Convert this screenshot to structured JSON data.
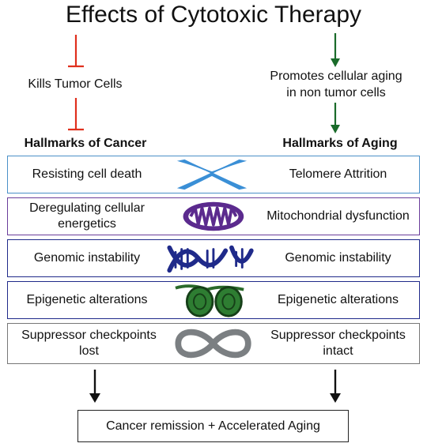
{
  "title": "Effects of Cytotoxic Therapy",
  "left_branch": {
    "effect": "Kills Tumor Cells",
    "hallmark_heading": "Hallmarks of Cancer",
    "color": "#e0301e"
  },
  "right_branch": {
    "effect_line1": "Promotes cellular aging",
    "effect_line2": "in non tumor cells",
    "hallmark_heading": "Hallmarks of Aging",
    "color": "#1a6b2a"
  },
  "rows": [
    {
      "left": "Resisting cell death",
      "right": "Telomere Attrition",
      "icon": "chromosome-icon",
      "border": "#4a90c8"
    },
    {
      "left_line1": "Deregulating cellular",
      "left_line2": "energetics",
      "right": "Mitochondrial dysfunction",
      "icon": "mitochondrion-icon",
      "border": "#6a3d9a"
    },
    {
      "left": "Genomic instability",
      "right": "Genomic instability",
      "icon": "dna-helix-icon",
      "border": "#1f2a8a"
    },
    {
      "left": "Epigenetic alterations",
      "right": "Epigenetic alterations",
      "icon": "nucleosome-icon",
      "border": "#1f2a8a"
    },
    {
      "left_line1": "Suppressor checkpoints",
      "left_line2": "lost",
      "right_line1": "Suppressor checkpoints",
      "right_line2": "intact",
      "icon": "infinity-icon",
      "border": "#777777"
    }
  ],
  "outcome": "Cancer remission + Accelerated Aging"
}
